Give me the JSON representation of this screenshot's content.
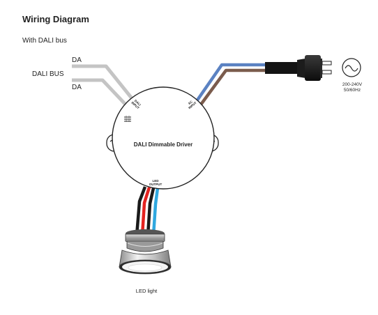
{
  "title": "Wiring Diagram",
  "subtitle": "With DALI bus",
  "dali": {
    "label_top": "DA",
    "label_bus": "DALI BUS",
    "label_bottom": "DA"
  },
  "driver": {
    "name": "DALI Dimmable Driver",
    "dali_port_l1": "DALI",
    "dali_port_l2": "INPUT",
    "ac_port_l1": "AC",
    "ac_port_l2": "INPUT",
    "led_port_l1": "LED",
    "led_port_l2": "OUTPUT"
  },
  "power": {
    "voltage": "200-240V",
    "frequency": "50/60Hz"
  },
  "led": {
    "label": "LED light"
  },
  "colors": {
    "dali_wire": "#c4c4c4",
    "ac_live": "#5b82c2",
    "ac_neutral": "#7b5c4d",
    "led_black": "#1a1a1a",
    "led_red": "#e42320",
    "led_blue": "#2fa8e0"
  }
}
